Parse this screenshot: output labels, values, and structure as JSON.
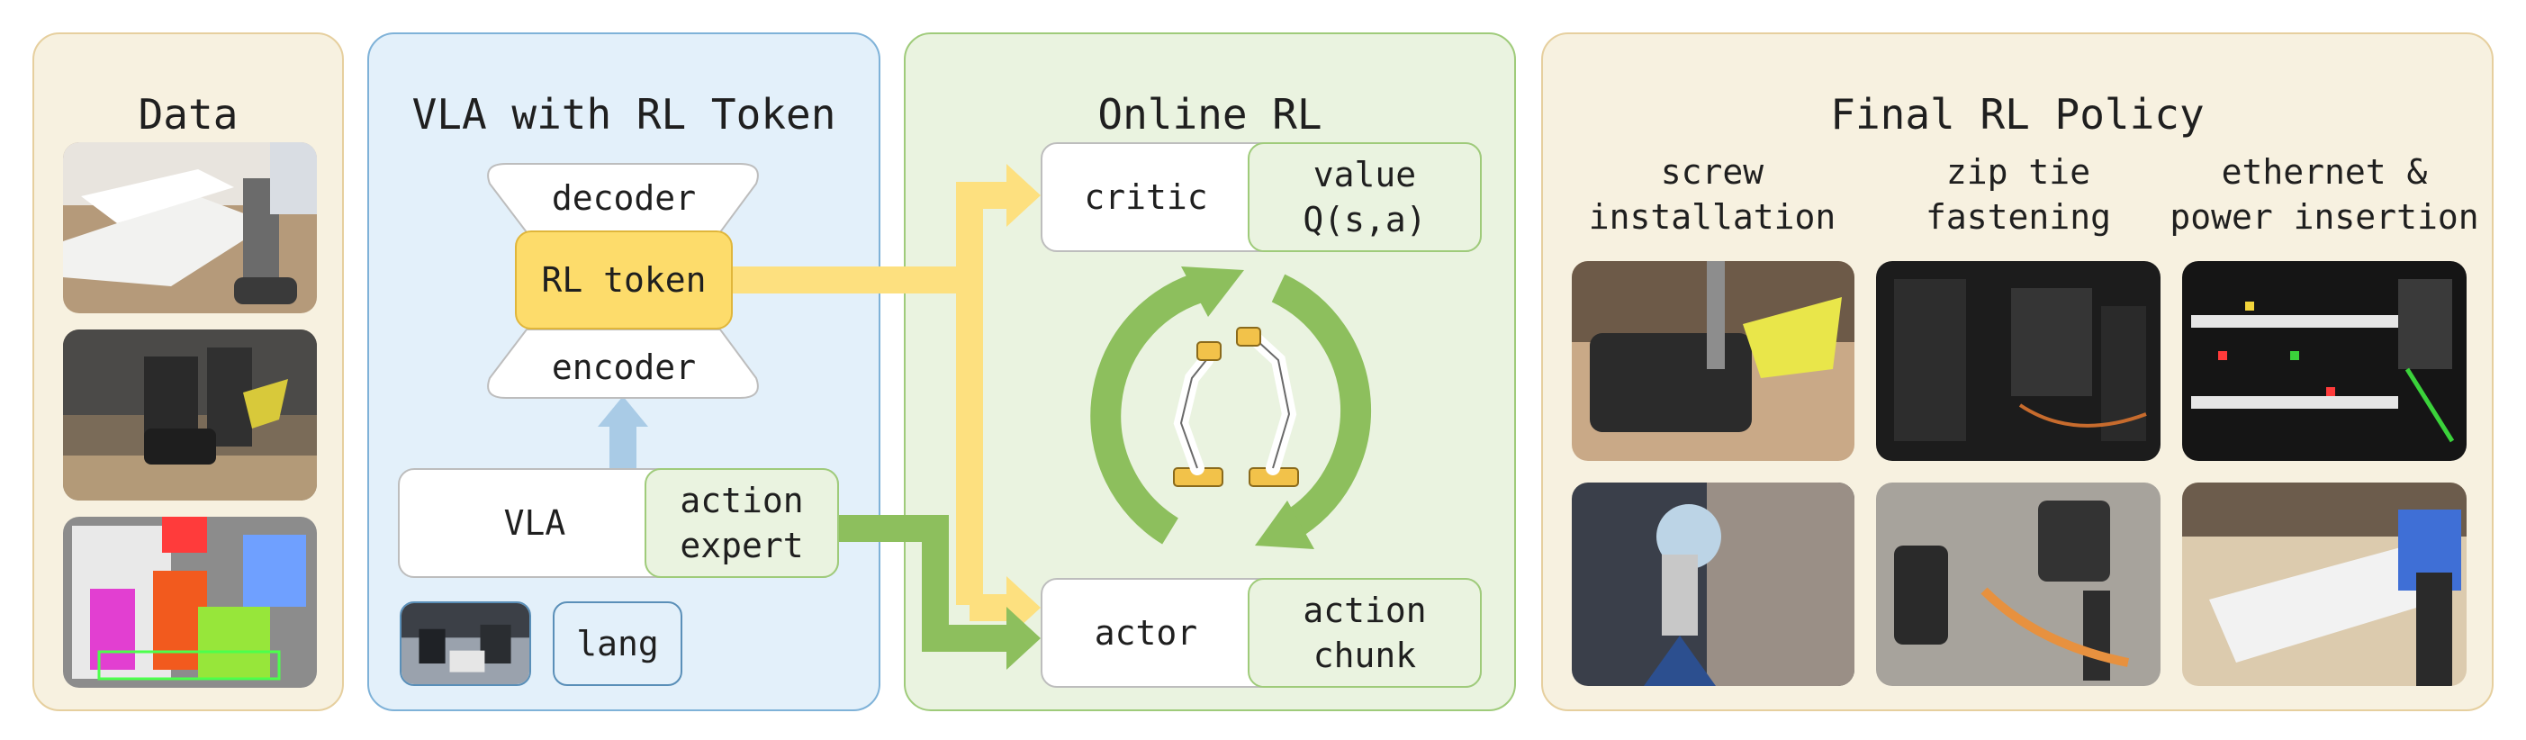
{
  "colors": {
    "data_panel": "#f7f1e0",
    "vla_panel": "#e3f0fa",
    "online_panel": "#eaf3e0",
    "final_panel": "#f7f1e0",
    "rl_token": "#fddc6b",
    "green_arrow": "#8dbf5d",
    "yellow_arrow": "#fde07f",
    "blue_arrow": "#a9cbe6"
  },
  "data_panel": {
    "title": "Data"
  },
  "vla_panel": {
    "title": "VLA with RL Token",
    "decoder": "decoder",
    "rl_token": "RL token",
    "encoder": "encoder",
    "vla": "VLA",
    "action_expert": "action\nexpert",
    "lang": "lang"
  },
  "online_panel": {
    "title": "Online RL",
    "critic": "critic",
    "value": "value\nQ(s,a)",
    "actor": "actor",
    "action_chunk": "action\nchunk"
  },
  "final_panel": {
    "title": "Final RL Policy",
    "tasks": [
      {
        "label": "screw\ninstallation"
      },
      {
        "label": "zip tie\nfastening"
      },
      {
        "label": "ethernet &\npower insertion"
      }
    ]
  }
}
